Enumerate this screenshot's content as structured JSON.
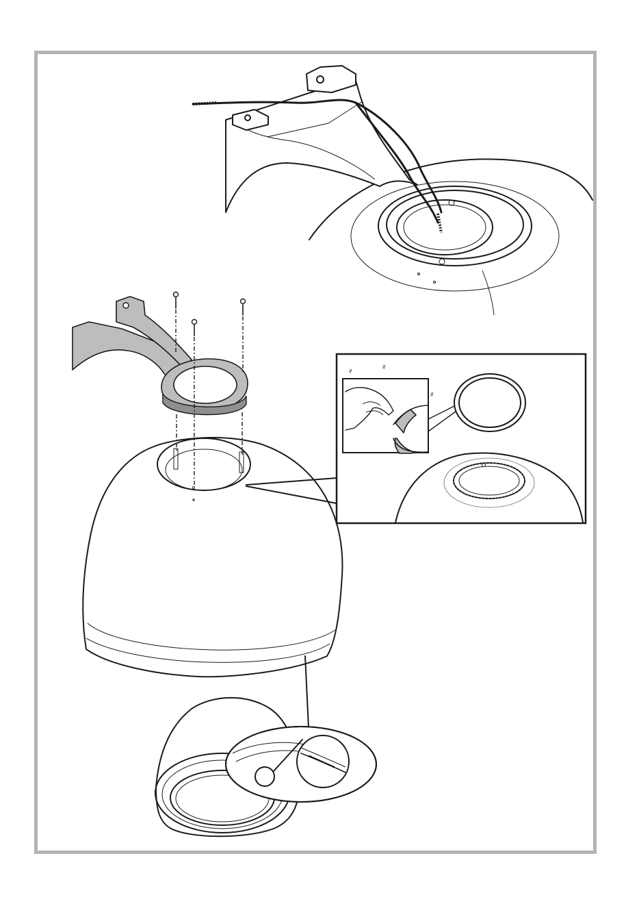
{
  "page": {
    "background_color": "#ffffff",
    "frame_color": "#b3b3b3",
    "line_color": "#1a1a1a",
    "part_fill_color": "#bdbdbd"
  },
  "figures": [
    {
      "id": "bracket-with-cable-on-ceiling"
    },
    {
      "id": "bracket-screwed-to-hood"
    },
    {
      "id": "gasket-ring-detail"
    },
    {
      "id": "hood-bottom-view-detail"
    }
  ]
}
